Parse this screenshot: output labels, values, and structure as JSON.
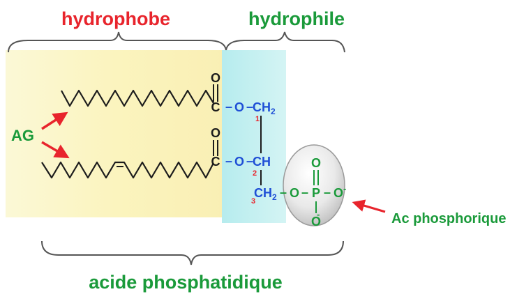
{
  "labels": {
    "hydrophobe": "hydrophobe",
    "hydrophile": "hydrophile",
    "ag": "AG",
    "ac_phosphorique": "Ac phosphorique",
    "acide_phosphatidique": "acide phosphatidique"
  },
  "chem": {
    "o": "O",
    "c": "C",
    "ch2": "CH",
    "ch": "CH",
    "sub2": "2",
    "p": "P",
    "minus": "-",
    "bond": "–",
    "pos1": "1",
    "pos2": "2",
    "pos3": "3"
  },
  "colors": {
    "hydrophobe_bg": "#fbf6c4",
    "hydrophile_bg": "#c4eff0",
    "red": "#e8242c",
    "green": "#1a9a3a",
    "blue": "#1f4fd6",
    "black": "#1c1c1c"
  }
}
